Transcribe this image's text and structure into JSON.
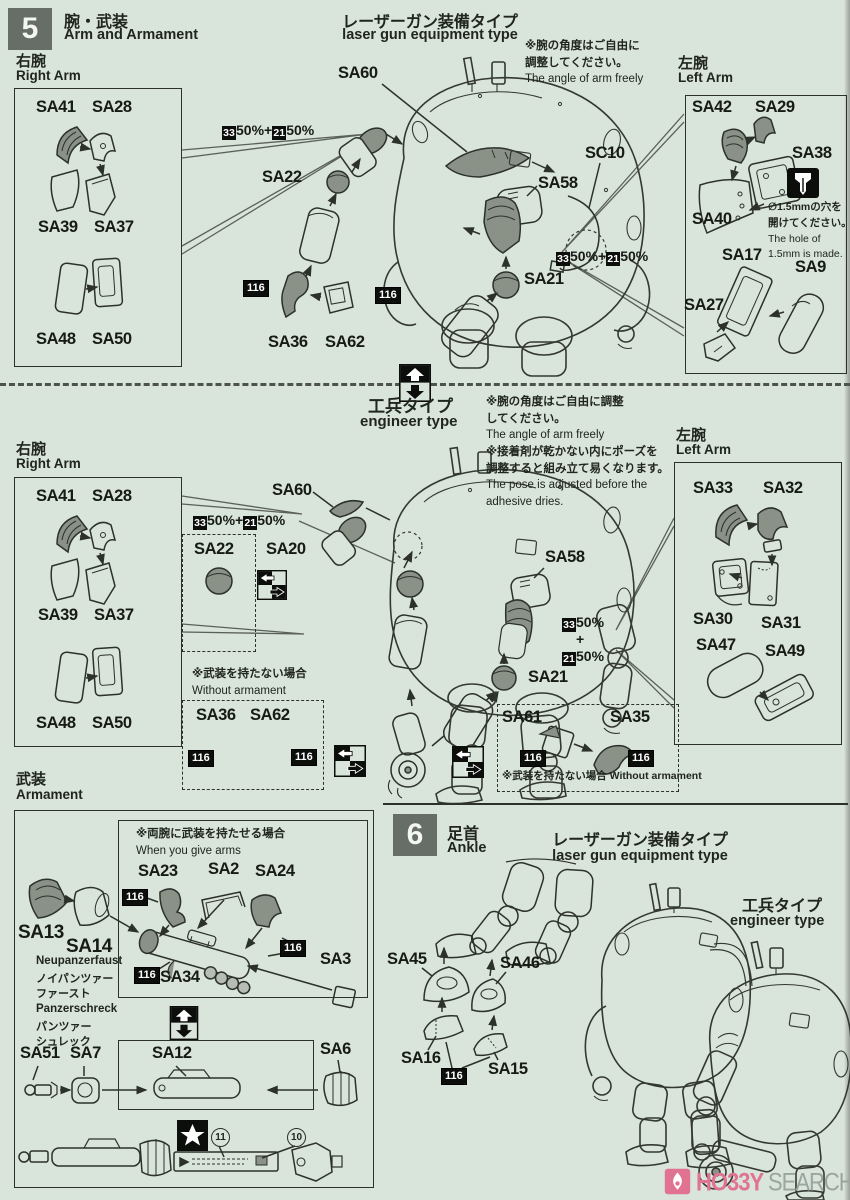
{
  "page": {
    "bg": "#d9e4da",
    "ink": "#2c312b",
    "part_gray": "#8a9186",
    "brand_pink": "#e0738f",
    "brand_gray": "#9ba5a0"
  },
  "paint": {
    "flag": "116",
    "chip_a": "33",
    "chip_b": "21",
    "pct": "50%",
    "plus": "+"
  },
  "decals": {
    "n11": "11",
    "n10": "10"
  },
  "parts": {
    "SA2": "SA2",
    "SA3": "SA3",
    "SA6": "SA6",
    "SA7": "SA7",
    "SA9": "SA9",
    "SA12": "SA12",
    "SA13": "SA13",
    "SA14": "SA14",
    "SA15": "SA15",
    "SA16": "SA16",
    "SA17": "SA17",
    "SA20": "SA20",
    "SA21": "SA21",
    "SA22": "SA22",
    "SA23": "SA23",
    "SA24": "SA24",
    "SA27": "SA27",
    "SA28": "SA28",
    "SA29": "SA29",
    "SA30": "SA30",
    "SA31": "SA31",
    "SA32": "SA32",
    "SA33": "SA33",
    "SA34": "SA34",
    "SA35": "SA35",
    "SA36": "SA36",
    "SA37": "SA37",
    "SA38": "SA38",
    "SA39": "SA39",
    "SA40": "SA40",
    "SA41": "SA41",
    "SA42": "SA42",
    "SA45": "SA45",
    "SA46": "SA46",
    "SA47": "SA47",
    "SA48": "SA48",
    "SA49": "SA49",
    "SA50": "SA50",
    "SA51": "SA51",
    "SA58": "SA58",
    "SA60": "SA60",
    "SA61": "SA61",
    "SA62": "SA62",
    "SC10": "SC10"
  },
  "s5": {
    "num": "5",
    "title_jp": "腕・武装",
    "title_en": "Arm and Armament",
    "laser_jp": "レーザーガン装備タイプ",
    "laser_en": "laser gun equipment type",
    "angle_jp1": "※腕の角度はご自由に",
    "angle_jp2": "調整してください。",
    "angle_en": "The angle of arm freely",
    "right_arm_jp": "右腕",
    "right_arm_en": "Right Arm",
    "left_arm_jp": "左腕",
    "left_arm_en": "Left Arm",
    "drill_jp1": "∅1.5mmの穴を",
    "drill_jp2": "開けてください。",
    "drill_en1": "The hole of",
    "drill_en2": "1.5mm is made."
  },
  "mid": {
    "eng_jp": "工兵タイプ",
    "eng_en": "engineer type",
    "note_jp1": "※腕の角度はご自由に調整",
    "note_jp2": "してください。",
    "note_en1": "The angle of arm freely",
    "note_jp3": "※接着剤が乾かない内にポーズを",
    "note_jp4": "調整すると組み立て易くなります。",
    "note_en2": "The pose is adjusted before the",
    "note_en3": "adhesive dries.",
    "right_arm_jp": "右腕",
    "right_arm_en": "Right Arm",
    "left_arm_jp": "左腕",
    "left_arm_en": "Left Arm",
    "noarm_jp": "※武装を持たない場合",
    "noarm_en": "Without armament",
    "noarm_line": "※武装を持たない場合 Without armament"
  },
  "armament": {
    "title_jp": "武装",
    "title_en": "Armament",
    "give_jp": "※両腕に武装を持たせる場合",
    "give_en": "When you give arms",
    "neu_en": "Neupanzerfaust",
    "neu_jp1": "ノイパンツァー",
    "neu_jp2": "ファースト",
    "pz_en": "Panzerschreck",
    "pz_jp1": "パンツァー",
    "pz_jp2": "シュレック"
  },
  "s6": {
    "num": "6",
    "title_jp": "足首",
    "title_en": "Ankle",
    "laser_jp": "レーザーガン装備タイプ",
    "laser_en": "laser gun equipment type",
    "eng_jp": "工兵タイプ",
    "eng_en": "engineer type"
  },
  "watermark": {
    "brand_a": "HO33Y",
    "brand_b": "SEARCH"
  }
}
